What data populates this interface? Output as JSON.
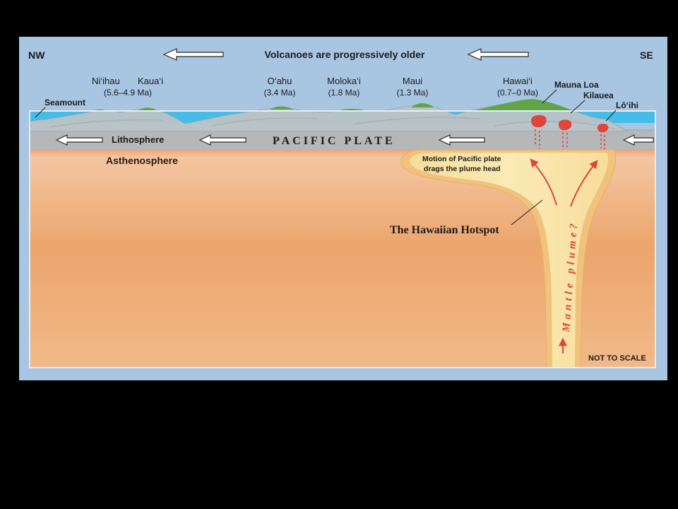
{
  "header": {
    "nw": "NW",
    "se": "SE",
    "title": "Volcanoes are progressively older"
  },
  "islands": {
    "niihau": "Ni‘ihau",
    "kauai": "Kaua‘i",
    "niihau_kauai_age": "(5.6–4.9 Ma)",
    "oahu": "O‘ahu",
    "oahu_age": "(3.4 Ma)",
    "molokai": "Moloka‘i",
    "molokai_age": "(1.8 Ma)",
    "maui": "Maui",
    "maui_age": "(1.3 Ma)",
    "hawaii": "Hawai‘i",
    "hawaii_age": "(0.7–0 Ma)"
  },
  "volcanoes": {
    "seamount": "Seamount",
    "mauna_loa": "Mauna Loa",
    "kilauea": "Kilauea",
    "loihi": "Lō‘ihi"
  },
  "layers": {
    "lithosphere": "Lithosphere",
    "plate": "PACIFIC PLATE",
    "asthenosphere": "Asthenosphere"
  },
  "plume": {
    "motion_line1": "Motion of Pacific plate",
    "motion_line2": "drags the plume head",
    "hotspot": "The Hawaiian Hotspot",
    "mantle_plume": "Mantle plume?"
  },
  "note": "NOT TO SCALE",
  "colors": {
    "frame": "#a8c5e1",
    "ocean": "#45bde9",
    "lithosphere": "#b4b8bb",
    "island_green": "#5fa548",
    "magma": "#e0453b",
    "plume_red": "#d9473b"
  }
}
